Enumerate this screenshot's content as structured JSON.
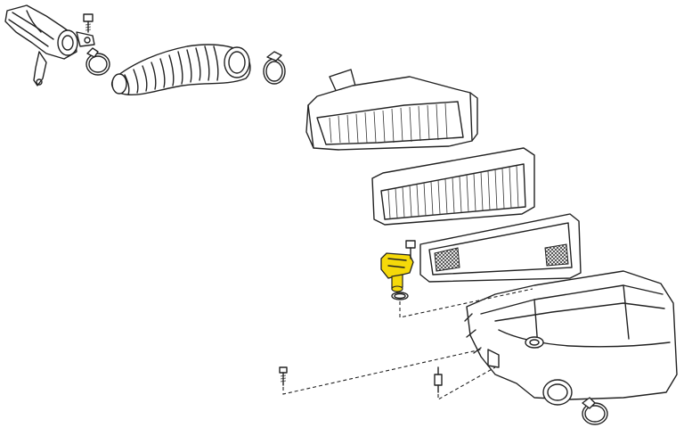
{
  "diagram": {
    "highlight_color": "#f5d90a",
    "line_color": "#222222",
    "background": "#ffffff",
    "parts": [
      {
        "name": "throttle-body-adapter",
        "icon": "throttle-body-icon"
      },
      {
        "name": "bolt-top",
        "icon": "bolt-icon"
      },
      {
        "name": "hose-clamp-left",
        "icon": "clamp-icon"
      },
      {
        "name": "intake-hose",
        "icon": "corrugated-hose-icon"
      },
      {
        "name": "hose-clamp-right",
        "icon": "clamp-icon"
      },
      {
        "name": "air-cleaner-cap",
        "icon": "housing-cover-icon"
      },
      {
        "name": "air-filter-element",
        "icon": "filter-element-icon"
      },
      {
        "name": "filter-gasket-frame",
        "icon": "gasket-frame-icon"
      },
      {
        "name": "mass-air-flow-sensor",
        "icon": "sensor-icon",
        "highlighted": true
      },
      {
        "name": "sensor-screw",
        "icon": "screw-icon"
      },
      {
        "name": "o-ring",
        "icon": "o-ring-icon"
      },
      {
        "name": "air-cleaner-case",
        "icon": "housing-case-icon"
      },
      {
        "name": "bolt-bottom-left",
        "icon": "bolt-icon"
      },
      {
        "name": "stud-bottom",
        "icon": "stud-icon"
      },
      {
        "name": "hose-clamp-bottom",
        "icon": "clamp-icon"
      }
    ]
  }
}
